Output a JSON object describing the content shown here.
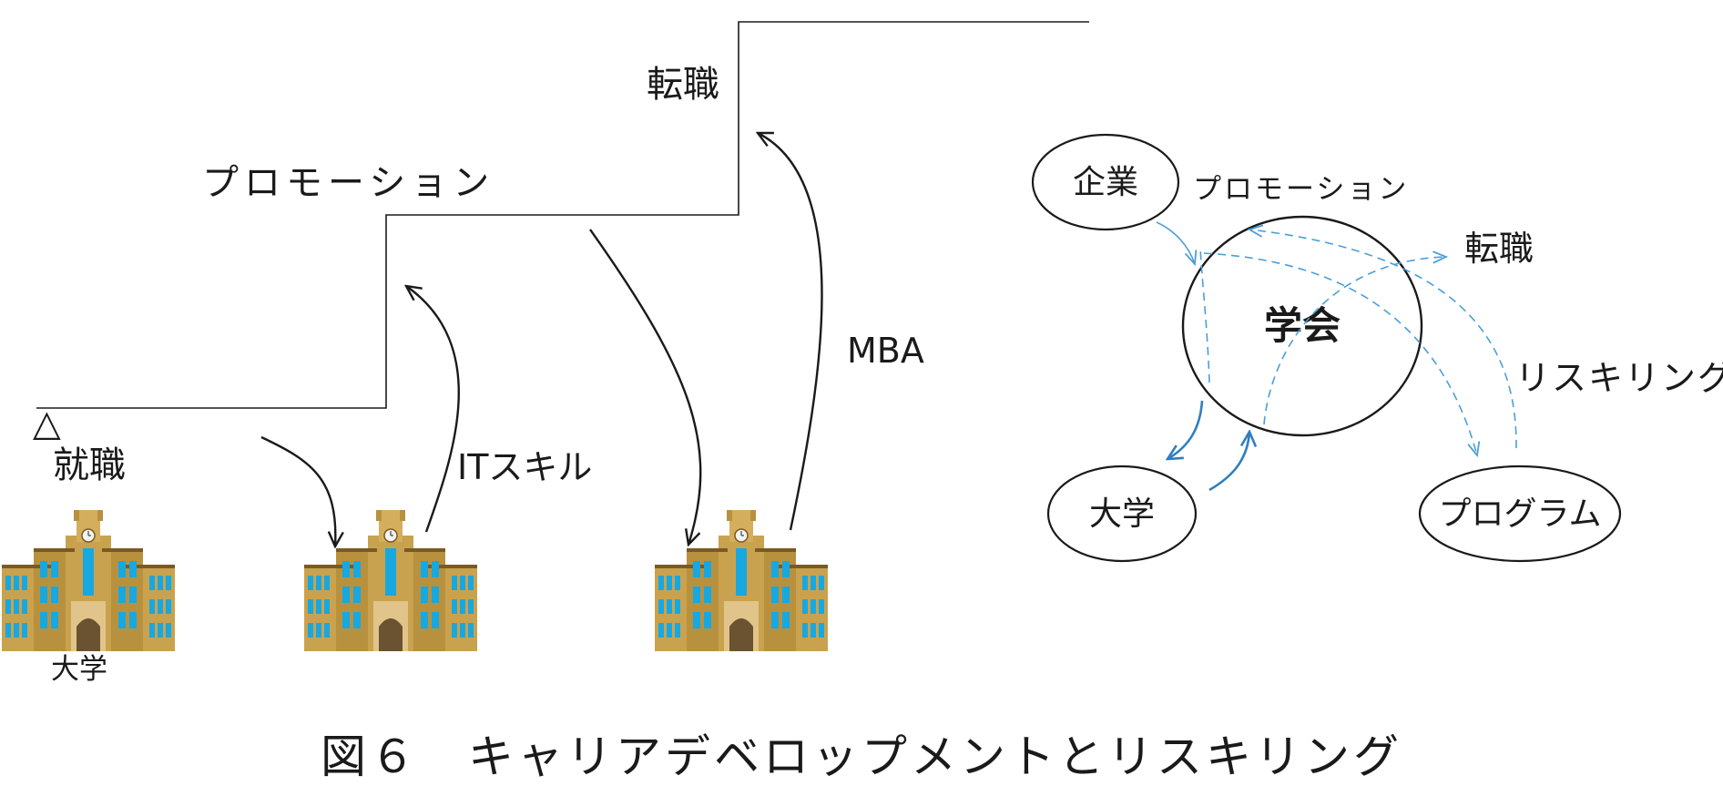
{
  "career_steps": {
    "start_marker": "△",
    "entry": "就職",
    "promotion": "プロモーション",
    "job_change": "転職"
  },
  "university_label": "大学",
  "skills": {
    "it": "ITスキル",
    "mba": "MBA"
  },
  "society_diagram": {
    "center": "学会",
    "nodes": {
      "company": "企業",
      "university": "大学",
      "program": "プログラム"
    },
    "flows": {
      "promotion": "プロモーション",
      "job_change": "転職",
      "reskilling": "リスキリング"
    }
  },
  "caption": "図６　キャリアデベロップメントとリスキリング",
  "colors": {
    "line": "#1a1a1a",
    "flow_blue": "#4a9fd8",
    "flow_blue_solid": "#2f7fc0",
    "building_body": "#c9a24f",
    "building_dark": "#7a5a23",
    "window_blue": "#18a8e0",
    "door": "#6b5230"
  }
}
